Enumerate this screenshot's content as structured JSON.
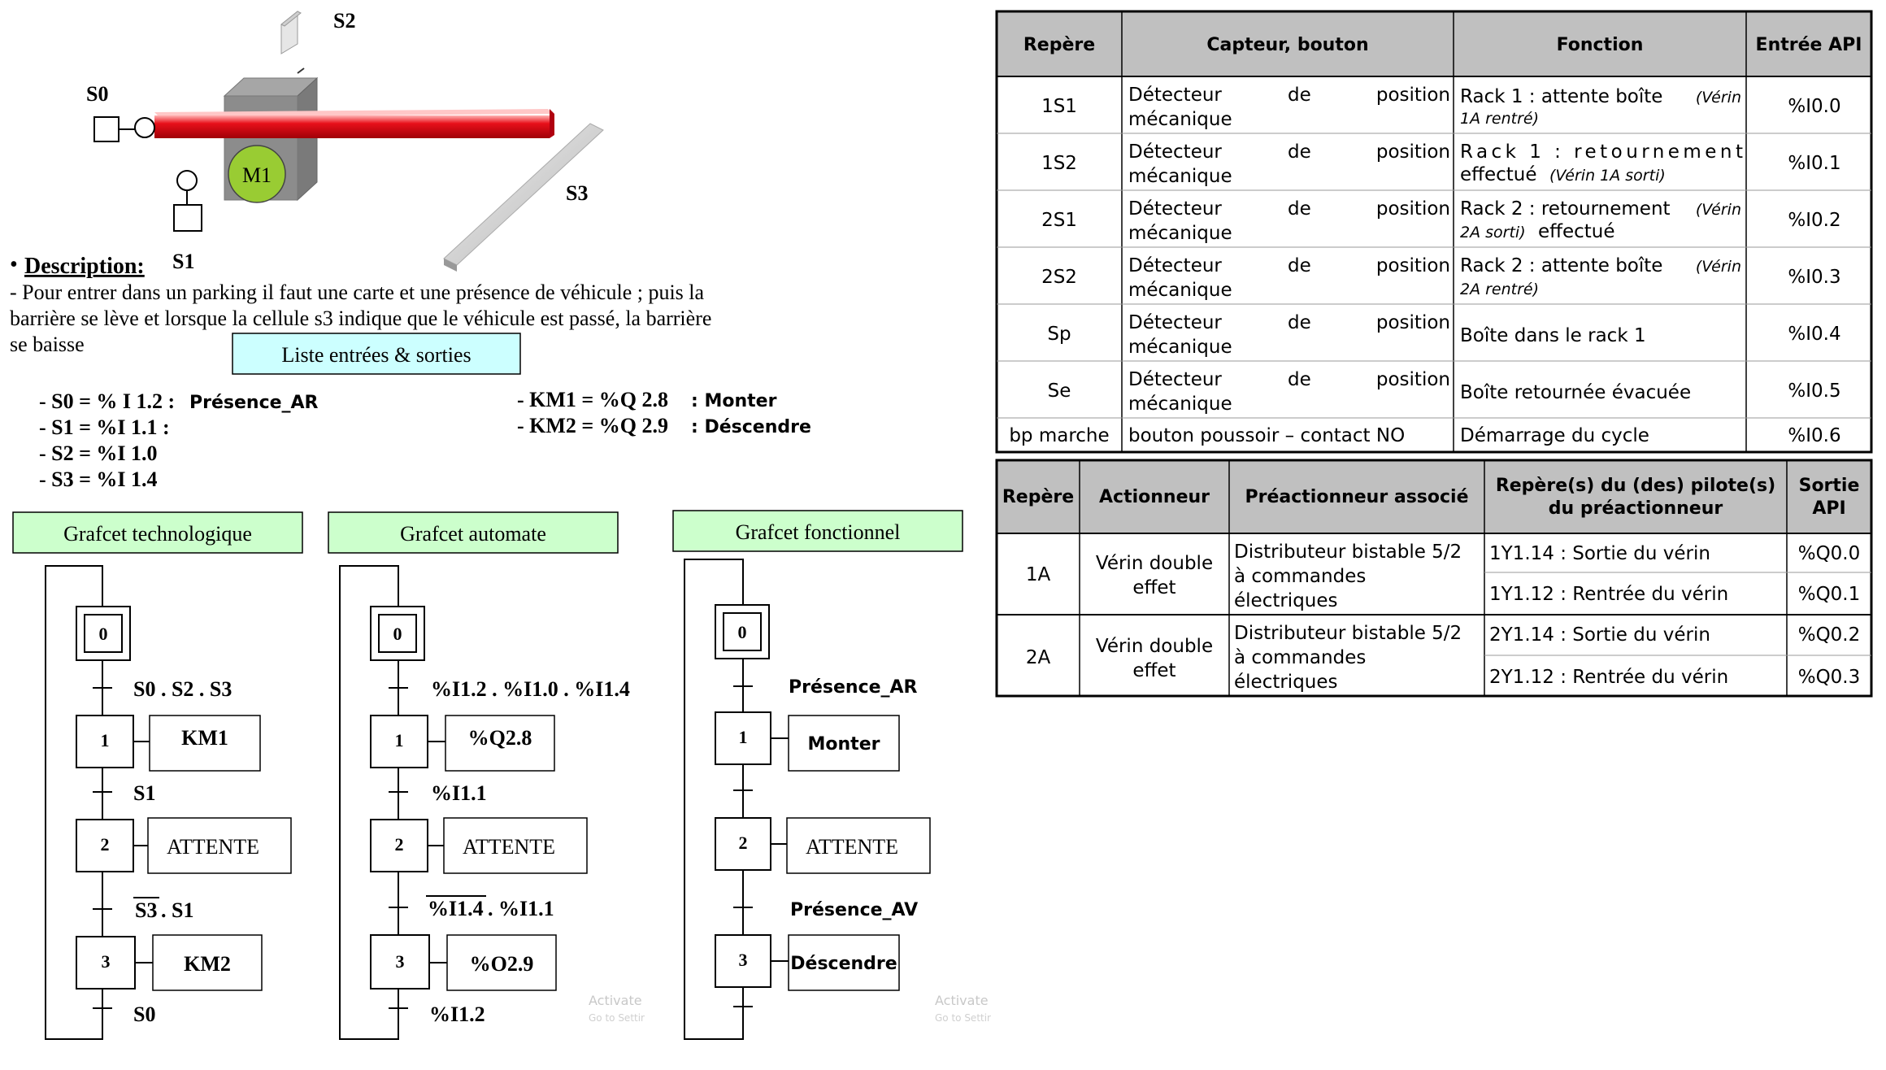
{
  "diagram": {
    "sensors": {
      "s0": "S0",
      "s1": "S1",
      "s2": "S2",
      "s3": "S3",
      "motor": "M1"
    },
    "description": {
      "bullet": "•",
      "heading": "Description:",
      "line1": "- Pour entrer dans un parking il faut une carte et une présence de véhicule ; puis la",
      "line2": "barrière se lève et lorsque la cellule s3 indique que le véhicule est passé, la barrière",
      "line3": "se baisse"
    },
    "io_list": {
      "button": "Liste entrées & sorties",
      "inputs": [
        {
          "addr": "- S0 = % I 1.2 :",
          "name": "Présence_AR"
        },
        {
          "addr": "- S1 = %I 1.1 :",
          "name": ""
        },
        {
          "addr": "- S2 = %I 1.0",
          "name": ""
        },
        {
          "addr": "- S3 = %I 1.4",
          "name": ""
        }
      ],
      "outputs": [
        {
          "addr": "- KM1 = %Q 2.8",
          "name": ": Monter"
        },
        {
          "addr": "- KM2 = %Q 2.9",
          "name": ": Déscendre"
        }
      ]
    },
    "grafcets": [
      {
        "title": "Grafcet technologique",
        "steps": [
          "0",
          "1",
          "2",
          "3"
        ],
        "transitions": [
          "S0 . S2 . S3",
          "S1",
          "S3",
          ". S1",
          "S0"
        ],
        "actions": [
          "KM1",
          "ATTENTE",
          "KM2"
        ]
      },
      {
        "title": "Grafcet automate",
        "steps": [
          "0",
          "1",
          "2",
          "3"
        ],
        "transitions": [
          "%I1.2 . %I1.0 . %I1.4",
          "%I1.1",
          "%I1.4",
          ". %I1.1",
          "%I1.2"
        ],
        "actions": [
          "%Q2.8",
          "ATTENTE",
          "%O2.9"
        ]
      },
      {
        "title": "Grafcet fonctionnel",
        "steps": [
          "0",
          "1",
          "2",
          "3"
        ],
        "transitions": [
          "Présence_AR",
          "",
          "Présence_AV",
          ""
        ],
        "actions": [
          "Monter",
          "ATTENTE",
          "Déscendre"
        ]
      }
    ],
    "watermark": [
      "Activate",
      "Go to Settir",
      "Activate",
      "Go to Settir"
    ]
  },
  "inputs_table": {
    "headers": [
      "Repère",
      "Capteur, bouton",
      "Fonction",
      "Entrée API"
    ],
    "rows": [
      {
        "rep": "1S1",
        "capteur": [
          "Détecteur",
          "de",
          "position",
          "mécanique"
        ],
        "fonction": [
          "Rack 1 : attente boîte",
          "(Vérin",
          "1A rentré)"
        ],
        "entree": "%I0.0"
      },
      {
        "rep": "1S2",
        "capteur": [
          "Détecteur",
          "de",
          "position",
          "mécanique"
        ],
        "fonction": [
          "Rack 1 : retournement",
          "effectué",
          "(Vérin 1A sorti)"
        ],
        "entree": "%I0.1"
      },
      {
        "rep": "2S1",
        "capteur": [
          "Détecteur",
          "de",
          "position",
          "mécanique"
        ],
        "fonction": [
          "Rack 2 : retournement",
          "(Vérin",
          "2A sorti)",
          "effectué"
        ],
        "entree": "%I0.2"
      },
      {
        "rep": "2S2",
        "capteur": [
          "Détecteur",
          "de",
          "position",
          "mécanique"
        ],
        "fonction": [
          "Rack 2 : attente boîte",
          "(Vérin",
          "2A rentré)"
        ],
        "entree": "%I0.3"
      },
      {
        "rep": "Sp",
        "capteur": [
          "Détecteur",
          "de",
          "position",
          "mécanique"
        ],
        "fonction": [
          "Boîte dans le rack 1"
        ],
        "entree": "%I0.4"
      },
      {
        "rep": "Se",
        "capteur": [
          "Détecteur",
          "de",
          "position",
          "mécanique"
        ],
        "fonction": [
          "Boîte retournée évacuée"
        ],
        "entree": "%I0.5"
      },
      {
        "rep": "bp marche",
        "capteur": [
          "bouton poussoir – contact NO"
        ],
        "fonction": [
          "Démarrage du cycle"
        ],
        "entree": "%I0.6"
      }
    ]
  },
  "outputs_table": {
    "headers": [
      "Repère",
      "Actionneur",
      "Préactionneur associé",
      "Repère(s) du (des) pilote(s)",
      "du préactionneur",
      "Sortie",
      "API"
    ],
    "rows": [
      {
        "rep": "1A",
        "act": [
          "Vérin double",
          "effet"
        ],
        "pre": [
          "Distributeur bistable 5/2",
          "à commandes",
          "électriques"
        ],
        "pilots": [
          {
            "label": "1Y1.14 : Sortie du vérin",
            "out": "%Q0.0"
          },
          {
            "label": "1Y1.12 : Rentrée du vérin",
            "out": "%Q0.1"
          }
        ]
      },
      {
        "rep": "2A",
        "act": [
          "Vérin double",
          "effet"
        ],
        "pre": [
          "Distributeur bistable 5/2",
          "à commandes",
          "électriques"
        ],
        "pilots": [
          {
            "label": "2Y1.14 : Sortie du vérin",
            "out": "%Q0.2"
          },
          {
            "label": "2Y1.12 : Rentrée du vérin",
            "out": "%Q0.3"
          }
        ]
      }
    ]
  },
  "colors": {
    "title_bg": "#ccffcc",
    "io_button_bg": "#ccffff",
    "header_bg": "#c0c0c0",
    "bar_red": "#e8101a",
    "motor_green": "#99cc33",
    "box_gray": "#8c8c8c"
  }
}
